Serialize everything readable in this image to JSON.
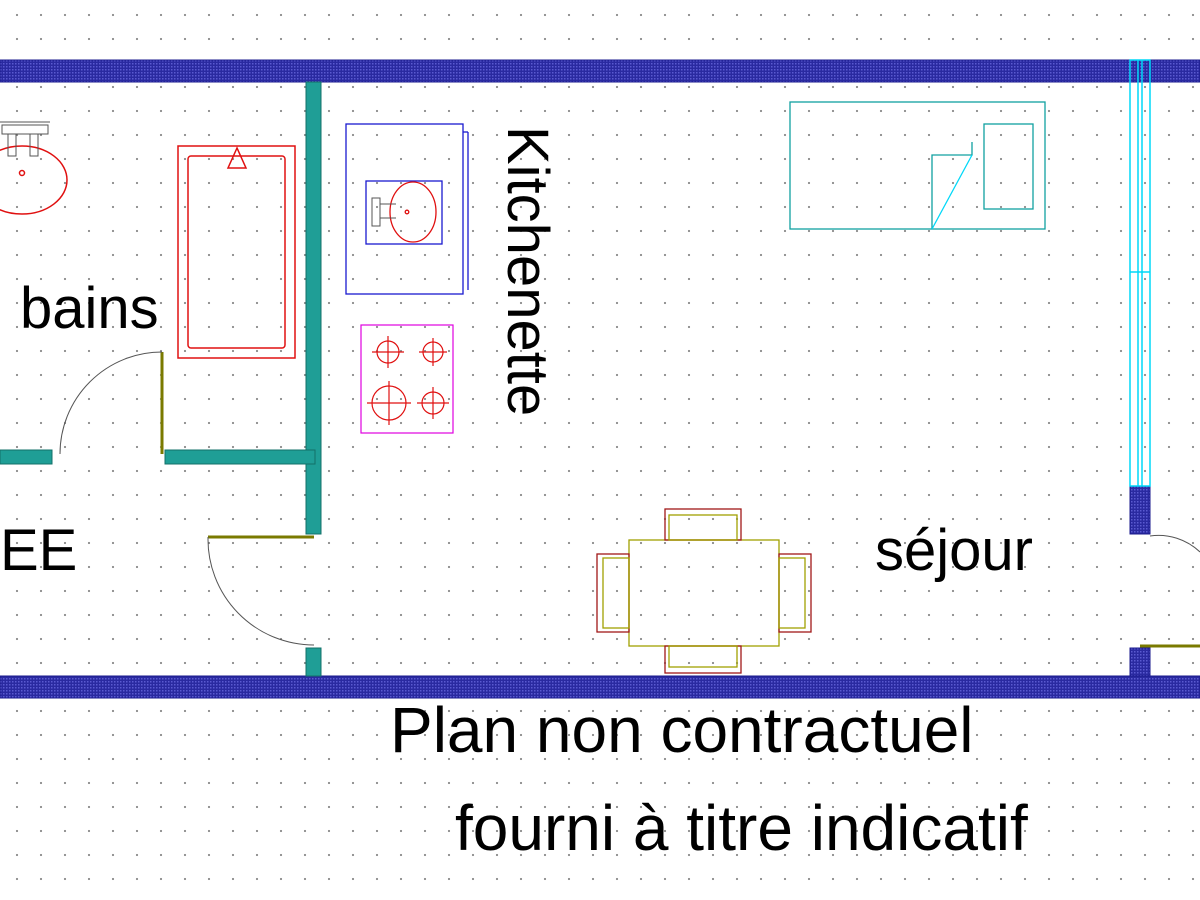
{
  "plan": {
    "rooms": {
      "bathroom": "bains",
      "entrance": "EE",
      "kitchenette": "Kitchenette",
      "living_room": "séjour"
    },
    "disclaimer": {
      "line1": "Plan non contractuel",
      "line2": "fourni à titre indicatif"
    }
  },
  "colors": {
    "outer_wall": "#1a1a8c",
    "inner_wall": "#1f9e96",
    "door_leaf": "#7a7a00",
    "bathroom_fixtures": "#e01010",
    "kitchen_unit": "#1a1ad0",
    "hob": "#e000e0",
    "bed": "#10a0a0",
    "window": "#00e0ff",
    "table": "#a0a000",
    "chairs": "#a01818"
  }
}
